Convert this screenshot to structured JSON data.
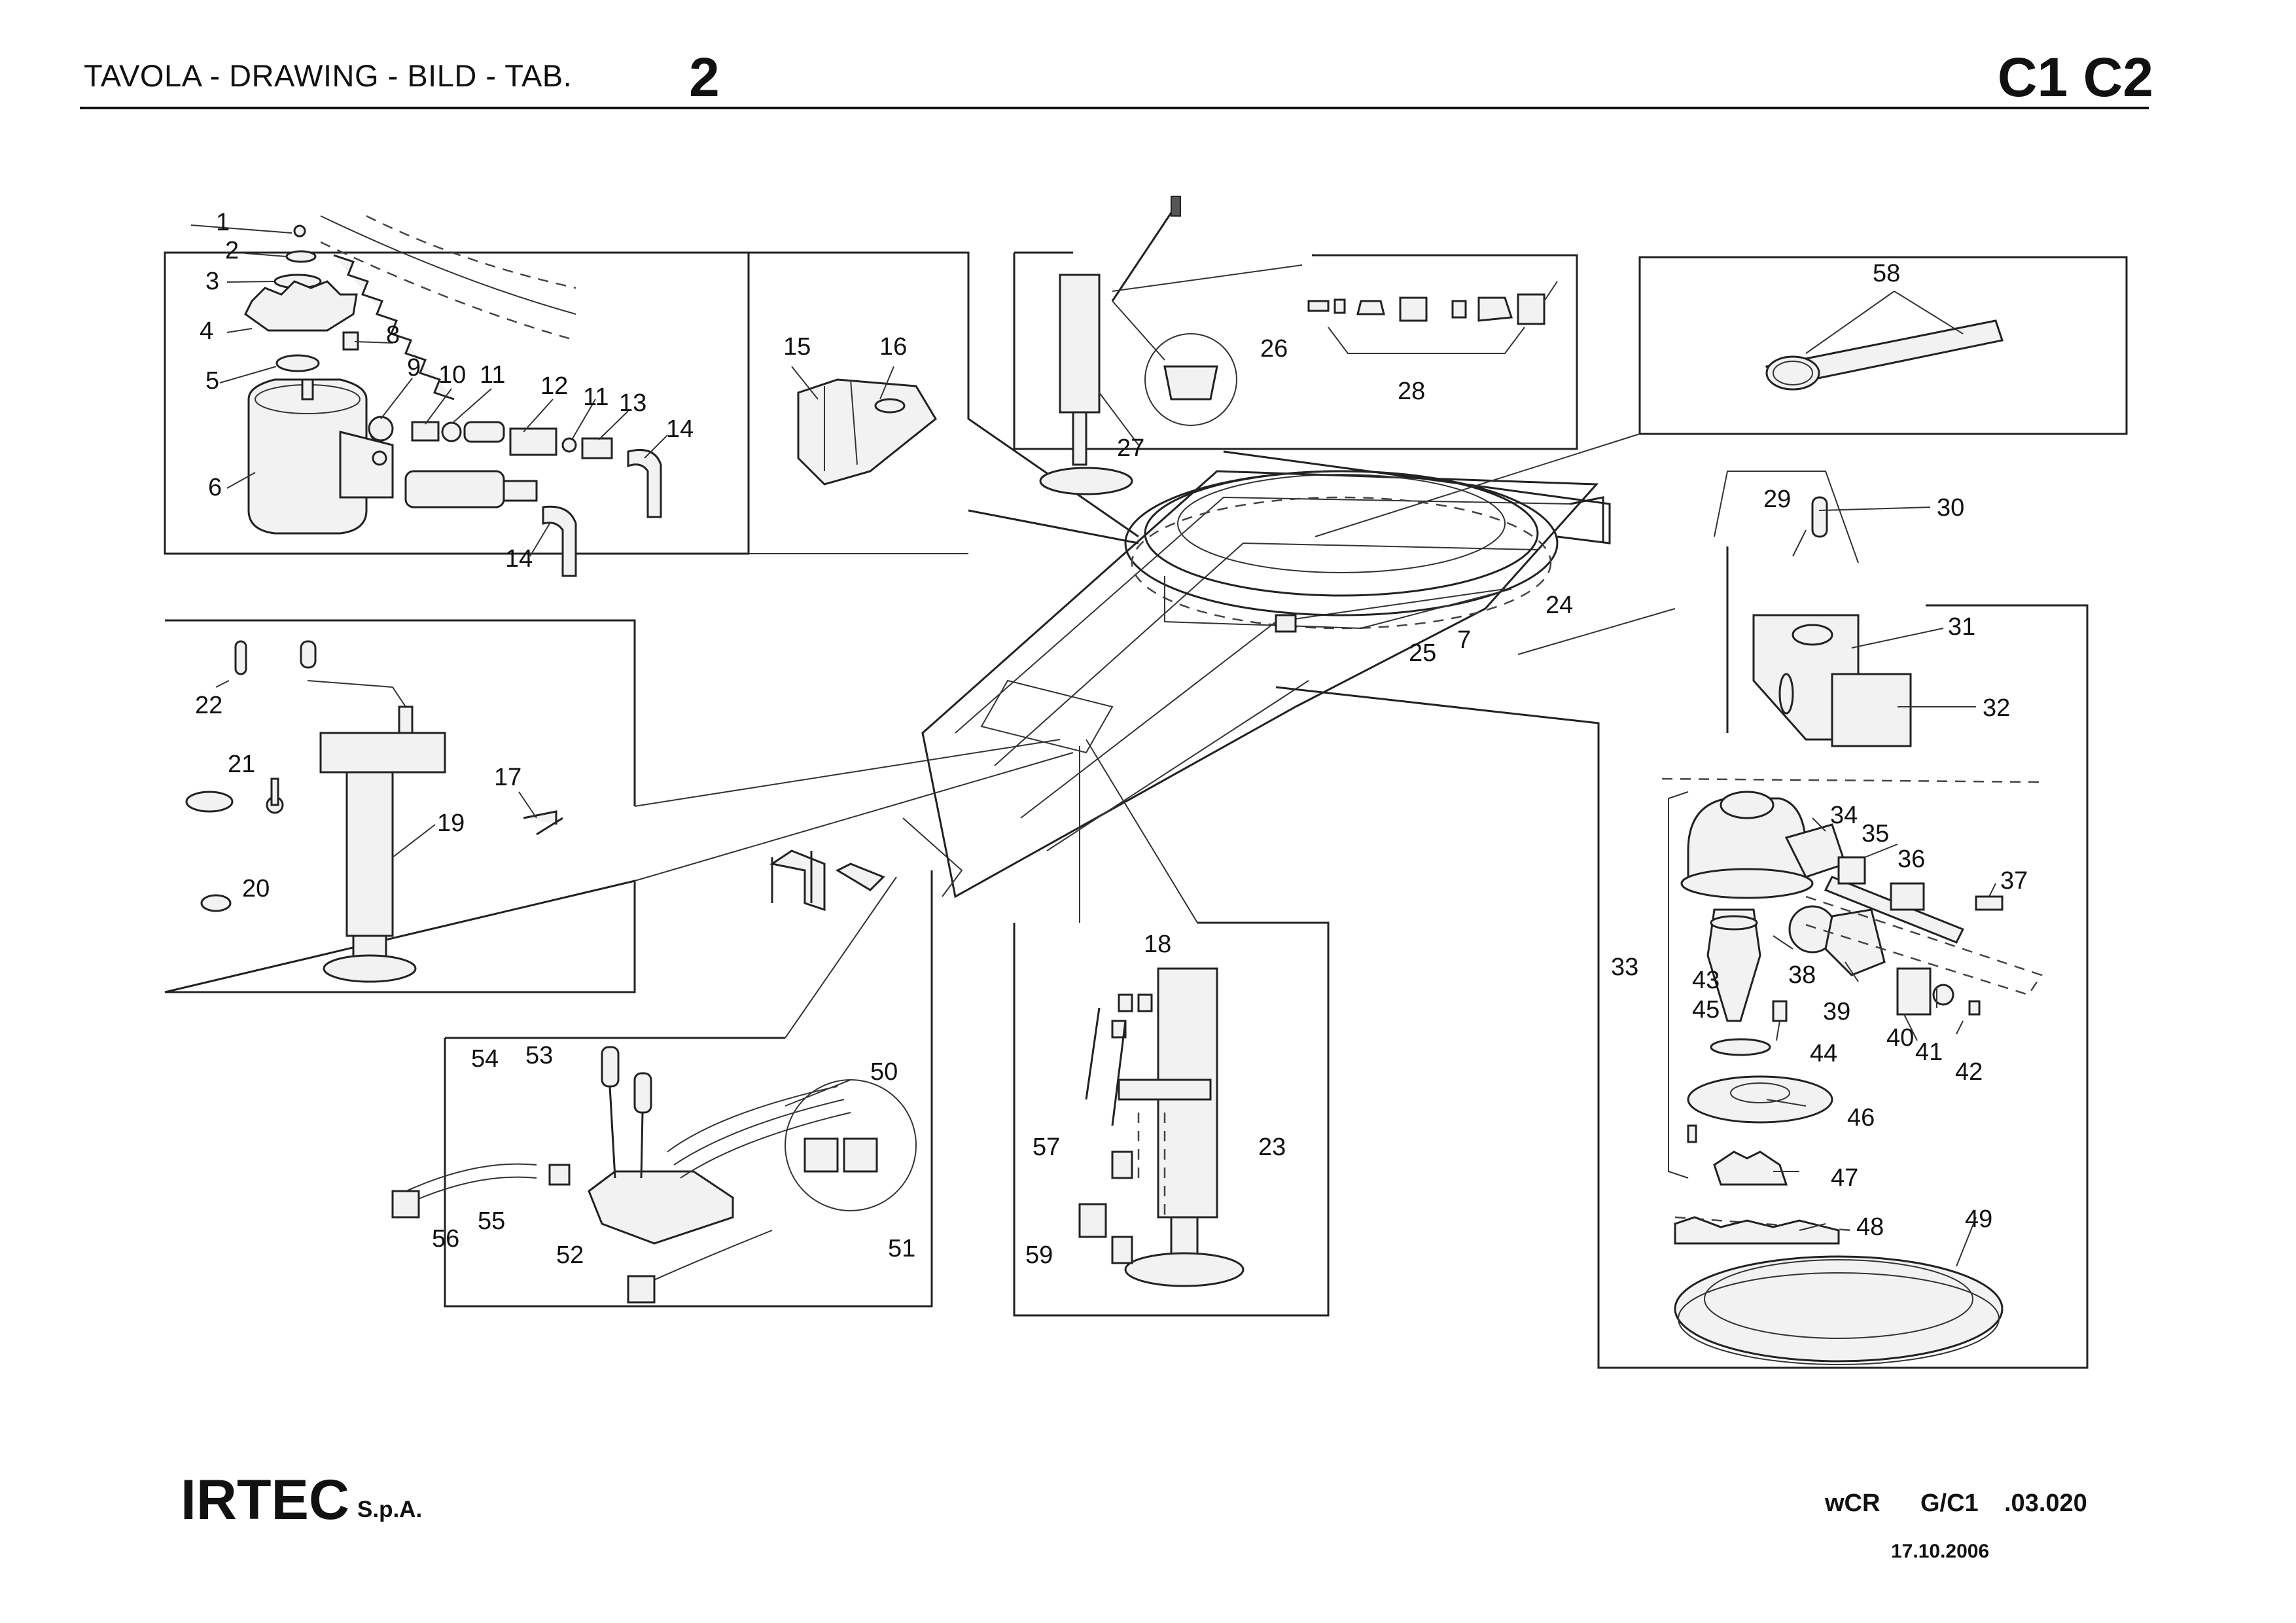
{
  "header": {
    "title": "TAVOLA - DRAWING - BILD - TAB.",
    "table_number": "2",
    "model_codes": "C1 C2"
  },
  "footer": {
    "brand": "IRTEC",
    "brand_suffix": "S.p.A.",
    "ref_prefix": "wCR",
    "ref_group": "G/C1",
    "ref_number": ".03.020",
    "date": "17.10.2006"
  },
  "callouts": [
    "1",
    "2",
    "3",
    "4",
    "5",
    "6",
    "8",
    "9",
    "10",
    "11",
    "12",
    "11",
    "13",
    "14",
    "14",
    "15",
    "16",
    "17",
    "18",
    "19",
    "20",
    "21",
    "22",
    "23",
    "24",
    "25",
    "7",
    "26",
    "27",
    "28",
    "29",
    "30",
    "31",
    "32",
    "33",
    "34",
    "35",
    "36",
    "37",
    "38",
    "39",
    "40",
    "41",
    "42",
    "43",
    "44",
    "45",
    "46",
    "47",
    "48",
    "49",
    "50",
    "51",
    "52",
    "53",
    "54",
    "55",
    "56",
    "57",
    "58",
    "59"
  ]
}
